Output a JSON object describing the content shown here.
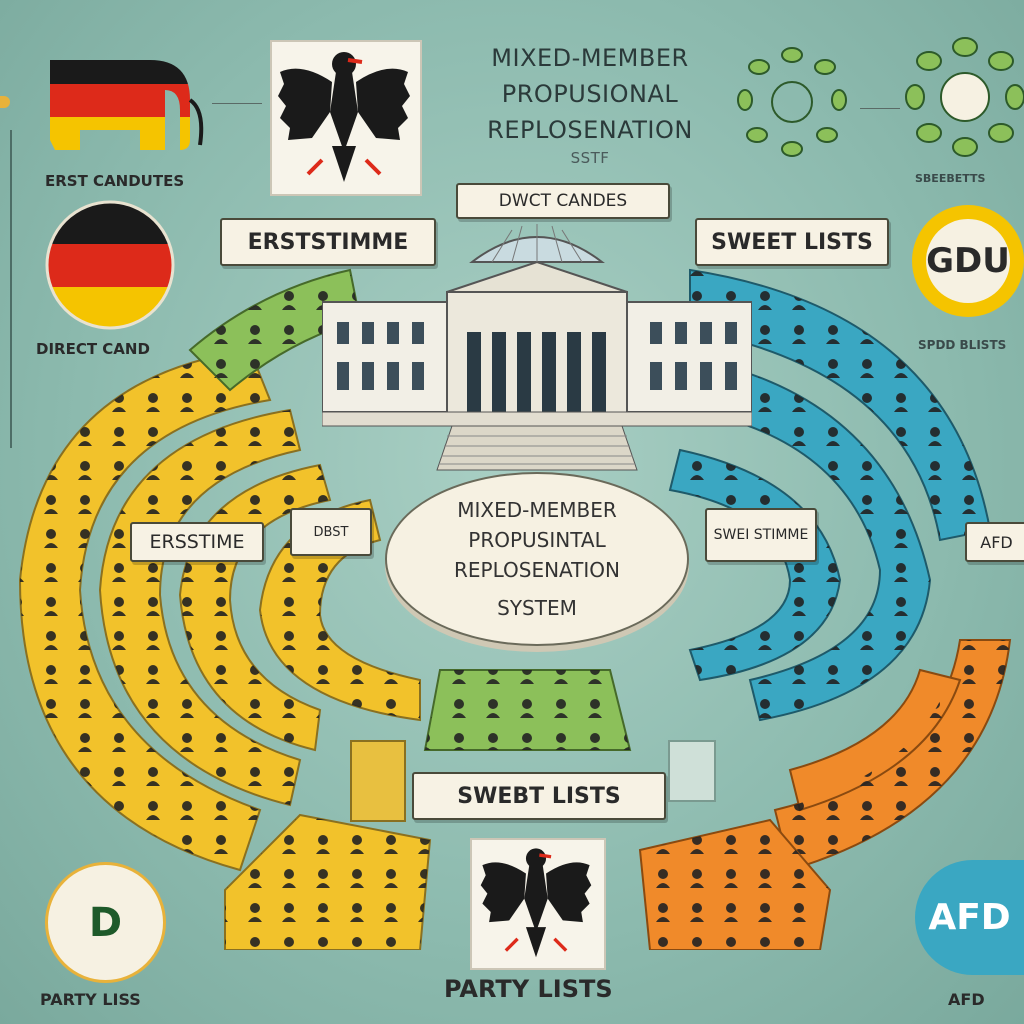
{
  "title": {
    "line1": "MIXED-MEMBER",
    "line2": "PROPUSIONAL",
    "line3": "REPLOSENATION",
    "line4": "SSTF"
  },
  "labels": {
    "erst_candidates": "ERST CANDUTES",
    "direct_cand": "DIRECT CAND",
    "erststimme_top": "ERSTSTIMME",
    "dwct_candes": "DWCT CANDES",
    "sweet_lists_top": "SWEET LISTS",
    "erstime_mid": "ERSSTIME",
    "dbst_mid": "DBST",
    "swet_stimme": "SWEI STIMME",
    "afd_partial": "AFD",
    "sweet_lists_bottom": "SWEBT LISTS",
    "party_lists_center": "PARTY LISTS",
    "party_liss_left": "PARTY LISS",
    "afd_bottom": "AFD",
    "seesets_right": "SBEEBETTS",
    "spd_lists_right": "SPDD BLISTS"
  },
  "center": {
    "line1": "MIXED-MEMBER",
    "line2": "PROPUSINTAL",
    "line3": "REPLOSENATION",
    "line4": "SYSTEM"
  },
  "logos": {
    "gdu": "GDU",
    "d": "D",
    "afd": "AFD"
  },
  "colors": {
    "yellow": "#f2c22b",
    "green": "#8cc05a",
    "blue": "#3aa7c2",
    "orange": "#f08a2a",
    "black": "#1a1a1a",
    "red": "#dd2a1a",
    "gold": "#f5c400"
  }
}
